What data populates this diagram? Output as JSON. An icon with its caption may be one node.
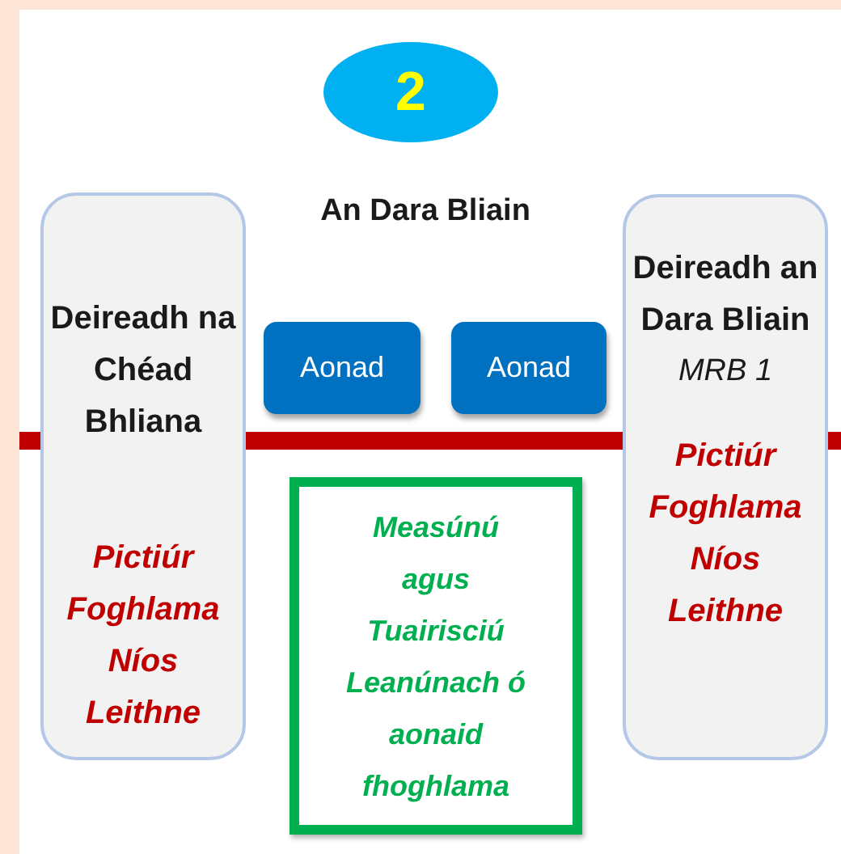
{
  "diagram": {
    "nodes": [
      {
        "text": [
          "2"
        ]
      },
      {
        "text": [
          "Deireadh na Chéad Bhliana",
          "Pictiúr Foghlama Níos Leithne"
        ]
      },
      {
        "text": [
          "Aonad"
        ]
      },
      {
        "text": [
          "Aonad"
        ]
      },
      {
        "text": [
          "Deireadh an Dara Bliain",
          "MRB 1",
          "Pictiúr Foghlama Níos Leithne"
        ]
      },
      {
        "text": [
          "Measúnú agus Tuairisciú Leanúnach ó aonaid fhoghlama"
        ]
      }
    ],
    "labels": [
      "An Dara Bliain"
    ]
  }
}
